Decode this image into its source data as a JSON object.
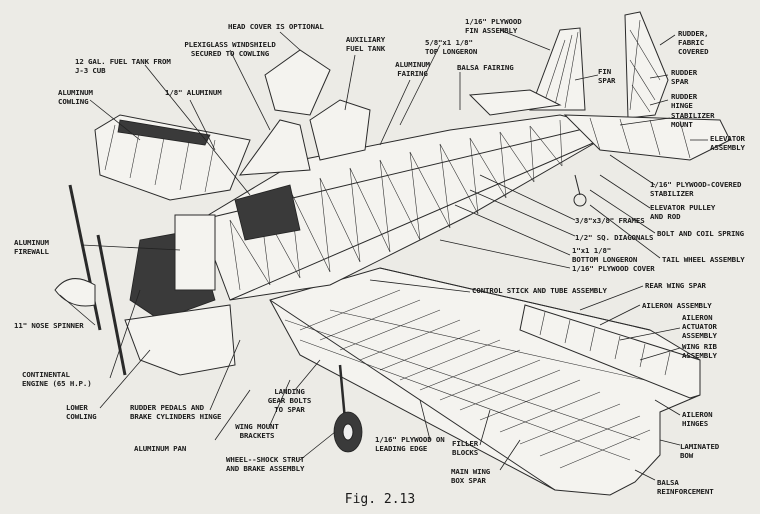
{
  "figure": {
    "caption": "Fig. 2.13",
    "labels": [
      {
        "id": "head-cover",
        "text": "HEAD COVER IS OPTIONAL"
      },
      {
        "id": "plexiglass-windshield",
        "text": "PLEXIGLASS WINDSHIELD\nSECURED TO COWLING"
      },
      {
        "id": "fuel-tank",
        "text": "12 GAL. FUEL TANK FROM\nJ-3 CUB"
      },
      {
        "id": "auxiliary-fuel-tank",
        "text": "AUXILIARY\nFUEL TANK"
      },
      {
        "id": "top-longeron",
        "text": "5/8\"x1 1/8\"\nTOP LONGERON"
      },
      {
        "id": "fin-assembly",
        "text": "1/16\" PLYWOOD\nFIN ASSEMBLY"
      },
      {
        "id": "rudder-fabric",
        "text": "RUDDER,\nFABRIC\nCOVERED"
      },
      {
        "id": "aluminum-cowling",
        "text": "ALUMINUM\nCOWLING"
      },
      {
        "id": "aluminum-eighth",
        "text": "1/8\" ALUMINUM"
      },
      {
        "id": "aluminum-fairing",
        "text": "ALUMINUM\nFAIRING"
      },
      {
        "id": "balsa-fairing",
        "text": "BALSA FAIRING"
      },
      {
        "id": "fin-spar",
        "text": "FIN\nSPAR"
      },
      {
        "id": "rudder-spar",
        "text": "RUDDER\nSPAR"
      },
      {
        "id": "rudder-hinge",
        "text": "RUDDER\nHINGE"
      },
      {
        "id": "stabilizer-mount",
        "text": "STABILIZER\nMOUNT"
      },
      {
        "id": "elevator-assembly",
        "text": "ELEVATOR\nASSEMBLY"
      },
      {
        "id": "plywood-stabilizer",
        "text": "1/16\" PLYWOOD-COVERED\nSTABILIZER"
      },
      {
        "id": "elevator-pulley",
        "text": "ELEVATOR PULLEY\nAND ROD"
      },
      {
        "id": "bolt-coil-spring",
        "text": "BOLT AND COIL SPRING"
      },
      {
        "id": "tail-wheel",
        "text": "TAIL WHEEL ASSEMBLY"
      },
      {
        "id": "frames",
        "text": "3/8\"x3/8\" FRAMES"
      },
      {
        "id": "sq-diagonals",
        "text": "1/2\" SQ. DIAGONALS"
      },
      {
        "id": "bottom-longeron",
        "text": "1\"x1 1/8\"\nBOTTOM LONGERON"
      },
      {
        "id": "plywood-cover",
        "text": "1/16\" PLYWOOD COVER"
      },
      {
        "id": "aluminum-firewall",
        "text": "ALUMINUM\nFIREWALL"
      },
      {
        "id": "control-stick",
        "text": "CONTROL STICK AND TUBE ASSEMBLY"
      },
      {
        "id": "rear-wing-spar",
        "text": "REAR WING SPAR"
      },
      {
        "id": "aileron-assembly",
        "text": "AILERON ASSEMBLY"
      },
      {
        "id": "aileron-actuator",
        "text": "AILERON\nACTUATOR\nASSEMBLY"
      },
      {
        "id": "wing-rib",
        "text": "WING RIB\nASSEMBLY"
      },
      {
        "id": "nose-spinner",
        "text": "11\" NOSE SPINNER"
      },
      {
        "id": "continental-engine",
        "text": "CONTINENTAL\nENGINE (65 H.P.)"
      },
      {
        "id": "lower-cowling",
        "text": "LOWER\nCOWLING"
      },
      {
        "id": "rudder-pedals",
        "text": "RUDDER PEDALS AND\nBRAKE CYLINDERS HINGE"
      },
      {
        "id": "landing-gear-bolts",
        "text": "LANDING\nGEAR BOLTS\nTO SPAR"
      },
      {
        "id": "wing-mount-brackets",
        "text": "WING MOUNT\nBRACKETS"
      },
      {
        "id": "aluminum-pan",
        "text": "ALUMINUM PAN"
      },
      {
        "id": "wheel-shock-strut",
        "text": "WHEEL--SHOCK STRUT\nAND BRAKE ASSEMBLY"
      },
      {
        "id": "plywood-leading-edge",
        "text": "1/16\" PLYWOOD ON\nLEADING EDGE"
      },
      {
        "id": "filler-blocks",
        "text": "FILLER\nBLOCKS"
      },
      {
        "id": "main-wing-box-spar",
        "text": "MAIN WING\nBOX SPAR"
      },
      {
        "id": "aileron-hinges",
        "text": "AILERON\nHINGES"
      },
      {
        "id": "laminated-bow",
        "text": "LAMINATED\nBOW"
      },
      {
        "id": "balsa-reinforcement",
        "text": "BALSA\nREINFORCEMENT"
      }
    ]
  }
}
